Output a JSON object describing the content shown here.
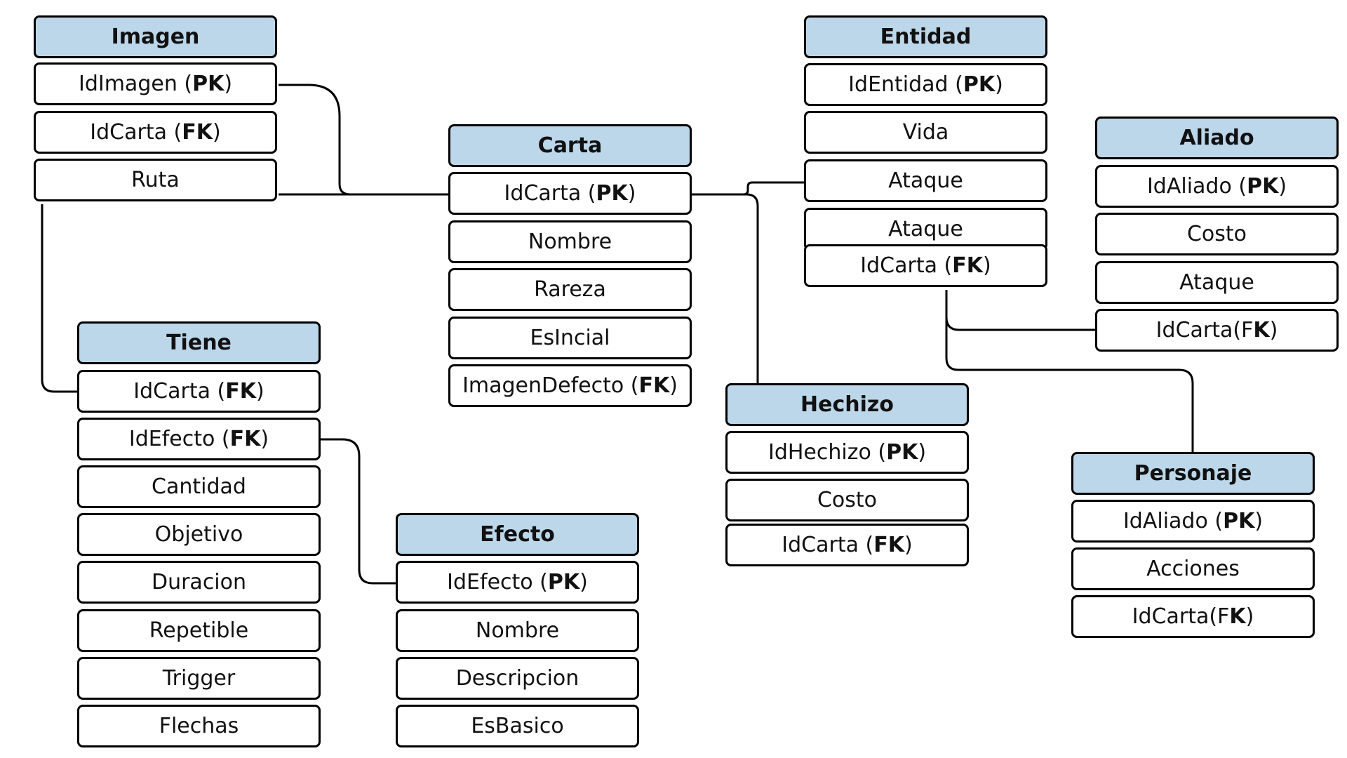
{
  "colors": {
    "header_fill": "#bdd7ea",
    "field_fill": "#ffffff",
    "border": "#000000",
    "line": "#000000"
  },
  "entities": {
    "imagen": {
      "title": "Imagen",
      "fields": [
        {
          "name": "IdImagen",
          "key": "PK"
        },
        {
          "name": "IdCarta",
          "key": "FK"
        },
        {
          "name": "Ruta"
        }
      ]
    },
    "carta": {
      "title": "Carta",
      "fields": [
        {
          "name": "IdCarta",
          "key": "PK"
        },
        {
          "name": "Nombre"
        },
        {
          "name": "Rareza"
        },
        {
          "name": "EsIncial"
        },
        {
          "name": "ImagenDefecto",
          "key": "FK"
        }
      ]
    },
    "entidad": {
      "title": "Entidad",
      "fields": [
        {
          "name": "IdEntidad",
          "key": "PK"
        },
        {
          "name": "Vida"
        },
        {
          "name": "Ataque"
        },
        {
          "name": "Ataque"
        },
        {
          "name": "IdCarta",
          "key": "FK"
        }
      ]
    },
    "aliado": {
      "title": "Aliado",
      "fields": [
        {
          "name": "IdAliado",
          "key": "PK"
        },
        {
          "name": "Costo"
        },
        {
          "name": "Ataque"
        },
        {
          "name": "IdCarta(F",
          "key": "K",
          "compact": true
        }
      ]
    },
    "tiene": {
      "title": "Tiene",
      "fields": [
        {
          "name": "IdCarta",
          "key": "FK"
        },
        {
          "name": "IdEfecto",
          "key": "FK"
        },
        {
          "name": "Cantidad"
        },
        {
          "name": "Objetivo"
        },
        {
          "name": "Duracion"
        },
        {
          "name": "Repetible"
        },
        {
          "name": "Trigger"
        },
        {
          "name": "Flechas"
        }
      ]
    },
    "efecto": {
      "title": "Efecto",
      "fields": [
        {
          "name": "IdEfecto",
          "key": "PK"
        },
        {
          "name": "Nombre"
        },
        {
          "name": "Descripcion"
        },
        {
          "name": "EsBasico"
        }
      ]
    },
    "hechizo": {
      "title": "Hechizo",
      "fields": [
        {
          "name": "IdHechizo",
          "key": "PK"
        },
        {
          "name": "Costo"
        },
        {
          "name": "IdCarta",
          "key": "FK"
        }
      ]
    },
    "personaje": {
      "title": "Personaje",
      "fields": [
        {
          "name": "IdAliado",
          "key": "PK"
        },
        {
          "name": "Acciones"
        },
        {
          "name": "IdCarta(F",
          "key": "K",
          "compact": true
        }
      ]
    }
  }
}
